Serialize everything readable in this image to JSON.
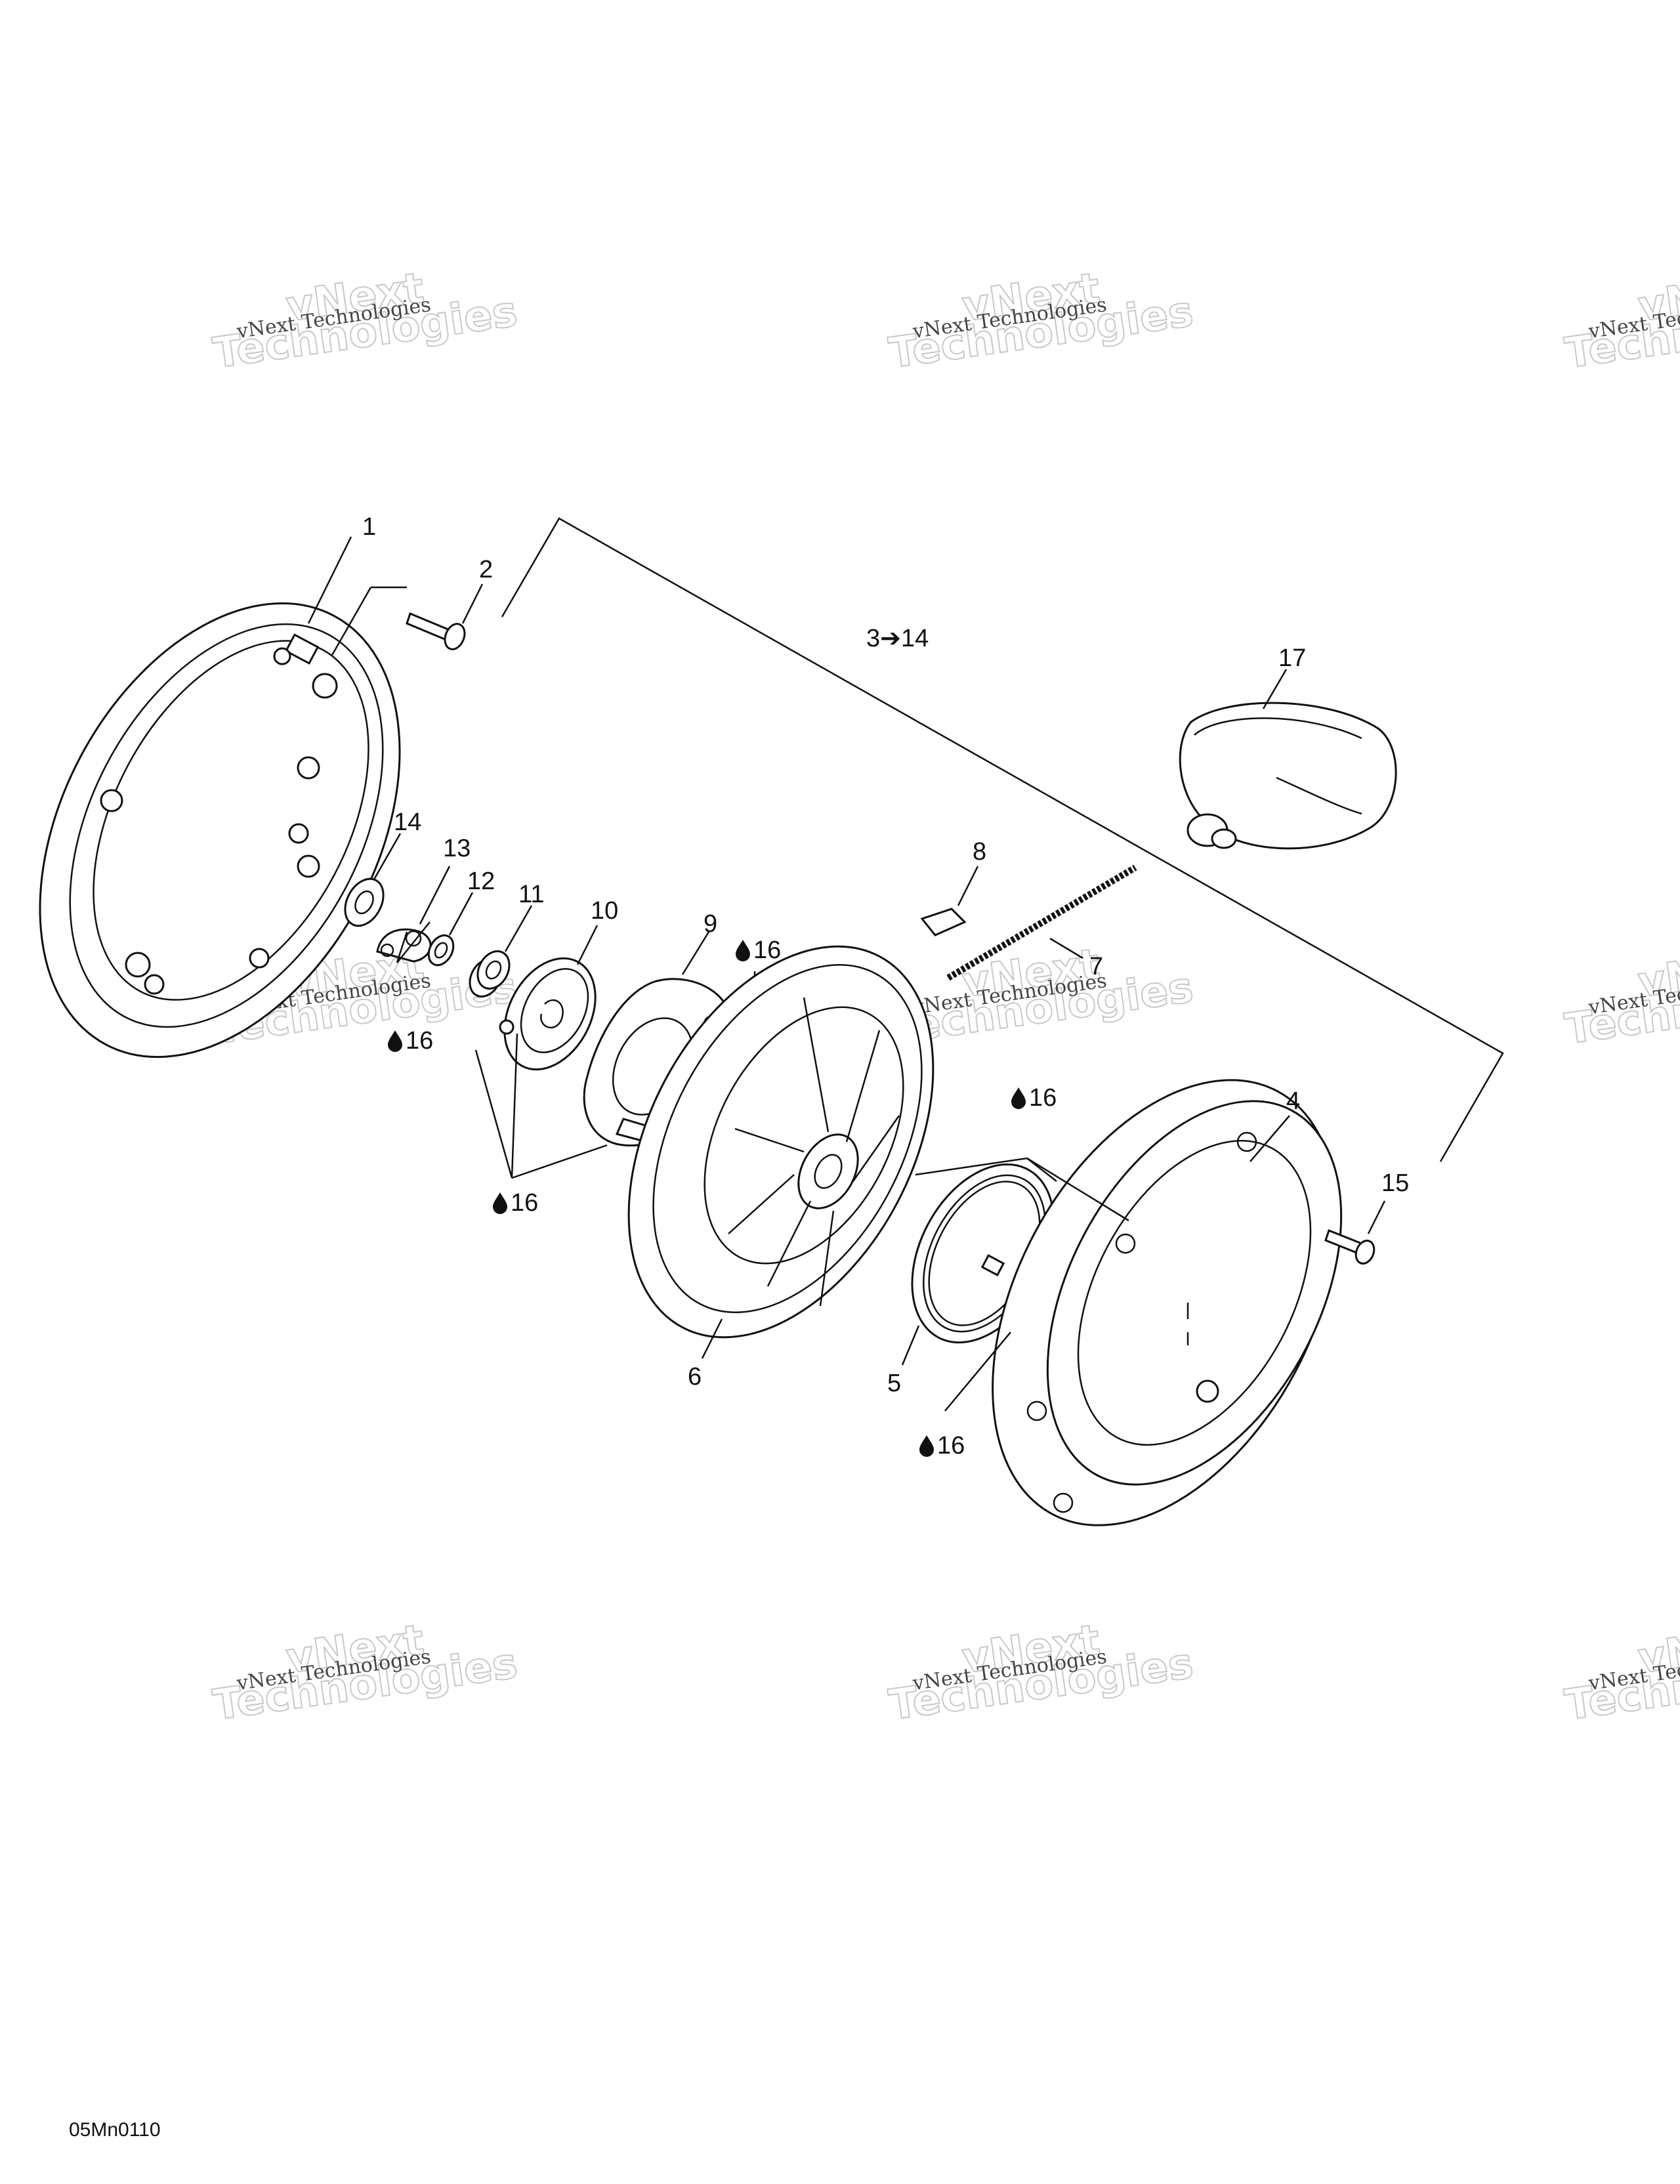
{
  "diagram_ref": "05Mn0110",
  "watermark": {
    "line1": "vNext Technologies",
    "line2": "vNext",
    "line3": "Technologies"
  },
  "callouts": {
    "c1": "1",
    "c2": "2",
    "c3_14": "3➔14",
    "c4": "4",
    "c5": "5",
    "c6": "6",
    "c7": "7",
    "c8": "8",
    "c9": "9",
    "c10": "10",
    "c11": "11",
    "c12": "12",
    "c13": "13",
    "c14": "14",
    "c15": "15",
    "c17": "17"
  },
  "lubricant_ref": "16",
  "icons": {
    "lubricant": "oil-drop-icon"
  }
}
